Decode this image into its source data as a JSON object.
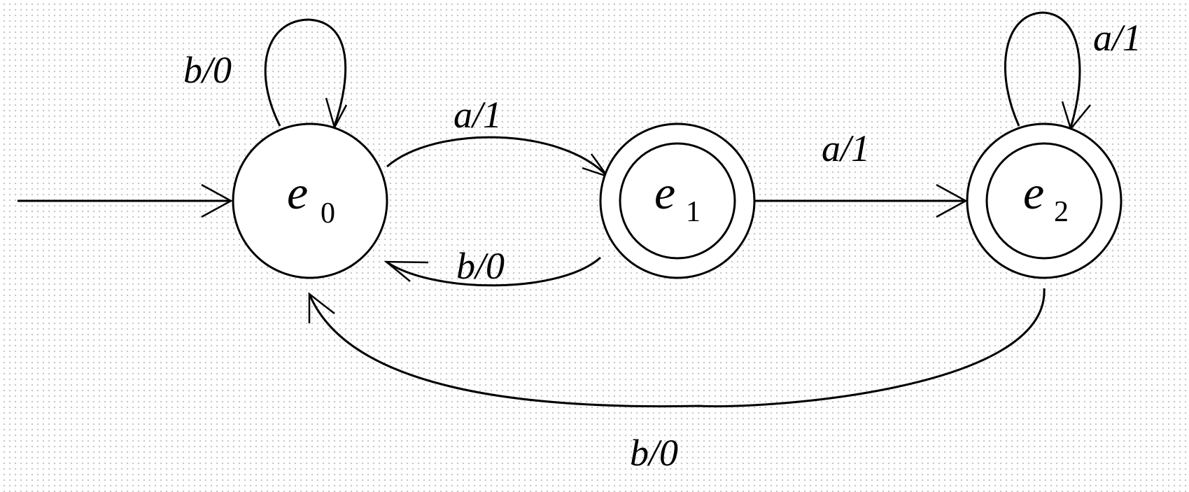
{
  "states": {
    "e0": {
      "name": "e",
      "subscript": "0",
      "accepting": false,
      "initial": true
    },
    "e1": {
      "name": "e",
      "subscript": "1",
      "accepting": true,
      "initial": false
    },
    "e2": {
      "name": "e",
      "subscript": "2",
      "accepting": true,
      "initial": false
    }
  },
  "transitions": {
    "e0_to_e0": {
      "label": "b/0",
      "from": "e0",
      "to": "e0"
    },
    "e0_to_e1": {
      "label": "a/1",
      "from": "e0",
      "to": "e1"
    },
    "e1_to_e0": {
      "label": "b/0",
      "from": "e1",
      "to": "e0"
    },
    "e1_to_e2": {
      "label": "a/1",
      "from": "e1",
      "to": "e2"
    },
    "e2_to_e2": {
      "label": "a/1",
      "from": "e2",
      "to": "e2"
    },
    "e2_to_e0": {
      "label": "b/0",
      "from": "e2",
      "to": "e0"
    }
  }
}
